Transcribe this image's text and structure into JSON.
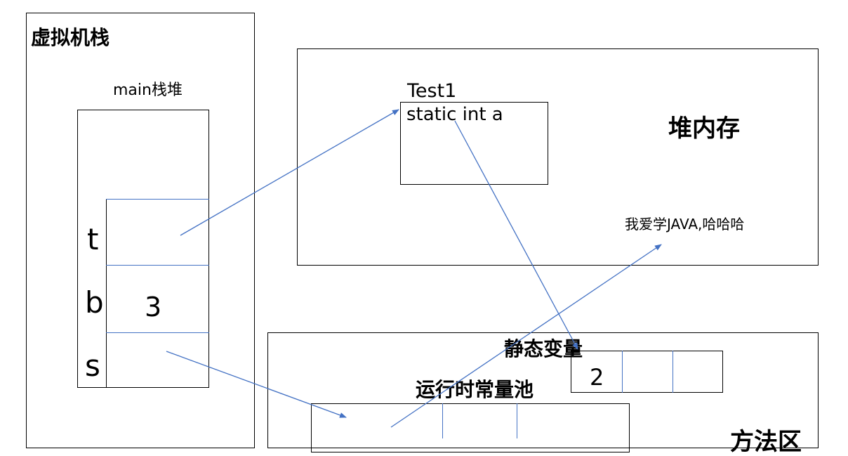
{
  "vm_stack": {
    "title": "虚拟机栈",
    "frame_title": "main栈堆",
    "vars": [
      {
        "name": "t",
        "value": ""
      },
      {
        "name": "b",
        "value": "3"
      },
      {
        "name": "s",
        "value": ""
      }
    ]
  },
  "heap": {
    "title": "堆内存",
    "object": {
      "class_name": "Test1",
      "field": "static int a"
    },
    "string_value": "我爱学JAVA,哈哈哈"
  },
  "method_area": {
    "title_partial": "方法区",
    "static_vars": {
      "title": "静态变量",
      "cells": [
        "2",
        "",
        ""
      ]
    },
    "constant_pool": {
      "title": "运行时常量池"
    }
  },
  "colors": {
    "arrow": "#4472c4",
    "border": "#000000"
  }
}
